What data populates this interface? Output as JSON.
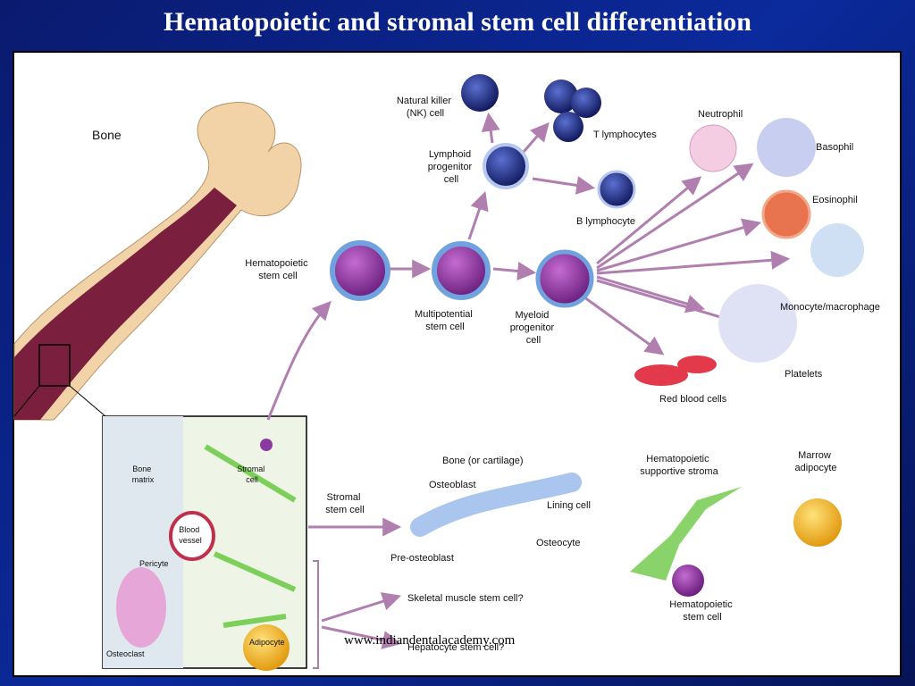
{
  "title": "Hematopoietic and stromal stem cell differentiation",
  "watermark": "www.indiandentalacademy.com",
  "labels": {
    "bone": "Bone",
    "hsc": [
      "Hematopoietic",
      "stem cell"
    ],
    "nk": [
      "Natural killer",
      "(NK) cell"
    ],
    "lymphoid": [
      "Lymphoid",
      "progenitor",
      "cell"
    ],
    "t_lymph": "T lymphocytes",
    "b_lymph": "B lymphocyte",
    "multipotential": [
      "Multipotential",
      "stem cell"
    ],
    "myeloid": [
      "Myeloid",
      "progenitor",
      "cell"
    ],
    "neutrophil": "Neutrophil",
    "basophil": "Basophil",
    "eosinophil": "Eosinophil",
    "monocyte": "Monocyte/macrophage",
    "platelets": "Platelets",
    "rbc": "Red blood cells",
    "bone_matrix": [
      "Bone",
      "matrix"
    ],
    "stromal_cell": [
      "Stromal",
      "cell"
    ],
    "blood_vessel": [
      "Blood",
      "vessel"
    ],
    "pericyte": "Pericyte",
    "osteoclast": "Osteoclast",
    "adipocyte": "Adipocyte",
    "stromal_stem": [
      "Stromal",
      "stem cell"
    ],
    "bone_cartilage": "Bone (or cartilage)",
    "osteoblast": "Osteoblast",
    "lining_cell": "Lining cell",
    "osteocyte": "Osteocyte",
    "pre_osteoblast": "Pre-osteoblast",
    "supportive_stroma": [
      "Hematopoietic",
      "supportive stroma"
    ],
    "marrow_adipocyte": [
      "Marrow",
      "adipocyte"
    ],
    "hsc2": [
      "Hematopoietic",
      "stem cell"
    ],
    "skeletal": "Skeletal muscle stem cell?",
    "hepatocyte": "Hepatocyte stem cell?"
  }
}
